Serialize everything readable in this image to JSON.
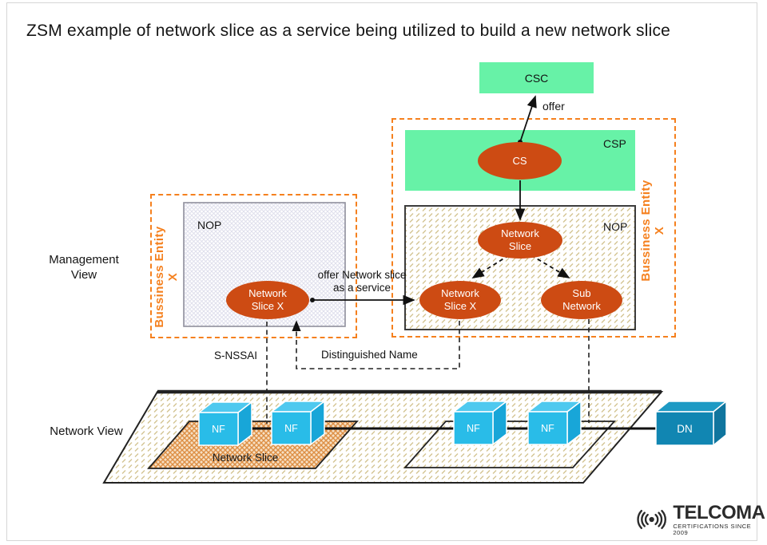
{
  "title": "ZSM example of network slice as a service being utilized to build a new network slice",
  "top": {
    "csc": "CSC",
    "offer": "offer"
  },
  "right_domain": {
    "entity": "Bussiness Entity X",
    "csp": "CSP",
    "cs": "CS",
    "nop": "NOP",
    "network_slice": "Network Slice",
    "network_slice_x": "Network Slice X",
    "sub_network": "Sub Network"
  },
  "left_domain": {
    "entity": "Bussiness Entity X",
    "nop": "NOP",
    "network_slice_x": "Network Slice X",
    "offer_label": "offer Network slice as a service"
  },
  "views": {
    "management": "Management View",
    "network": "Network View"
  },
  "connectors": {
    "s_nssai": "S-NSSAI",
    "distinguished_name": "Distinguished Name"
  },
  "network_view": {
    "nf": "NF",
    "dn": "DN",
    "network_slice_label": "Network Slice"
  },
  "logo": {
    "icon": "signal-waves-icon",
    "name": "TELCOMA",
    "tagline": "CERTIFICATIONS SINCE 2009"
  },
  "colors": {
    "highlight_green": "#67F2A7",
    "ellipse_orange": "#CD4B13",
    "business_entity_orange": "#F5801E",
    "nf_cube_cyan": "#29BCE8",
    "dn_box_blue": "#1186B2"
  }
}
